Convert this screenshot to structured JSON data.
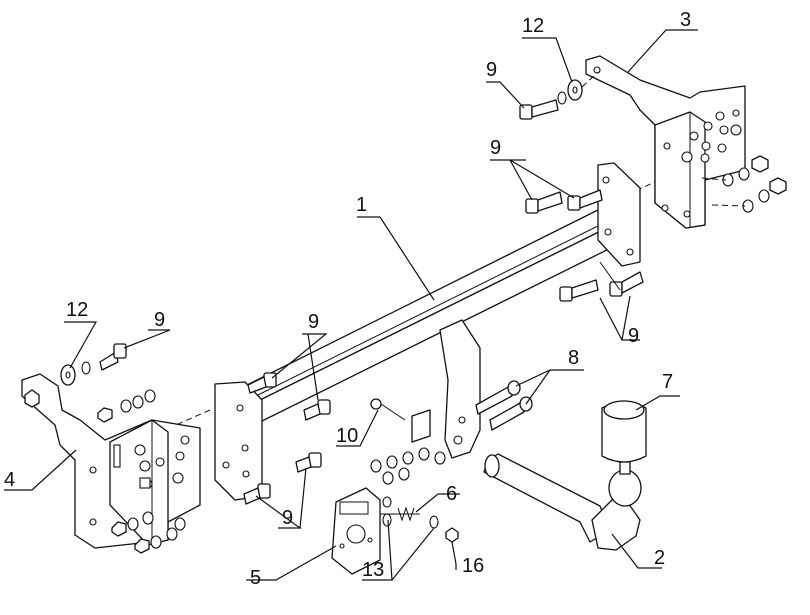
{
  "diagram": {
    "callouts": {
      "c1": "1",
      "c2": "2",
      "c3": "3",
      "c4": "4",
      "c5": "5",
      "c6": "6",
      "c7": "7",
      "c8": "8",
      "c9_top": "9",
      "c12_top": "12",
      "c9_mid_right": "9",
      "c9_low_right": "9",
      "c12_left": "12",
      "c9_left_top": "9",
      "c9_center_top": "9",
      "c10": "10",
      "c9_bottom_left": "9",
      "c13": "13",
      "c16": "16"
    }
  }
}
